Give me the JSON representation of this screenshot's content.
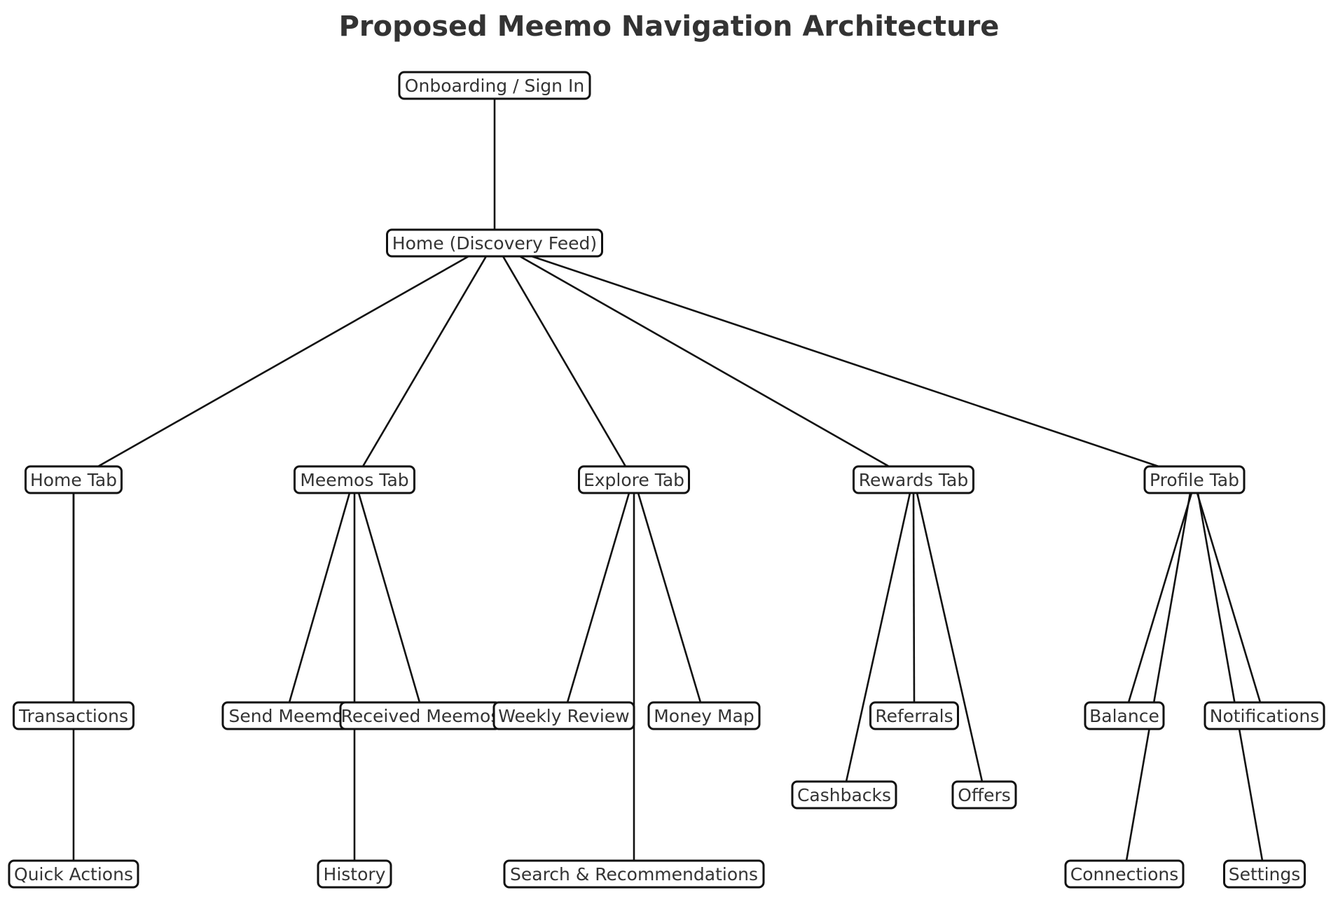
{
  "title": "Proposed Meemo Navigation Architecture",
  "colors": {
    "box_border": "#111111",
    "box_fill": "#ffffff",
    "text": "#333333",
    "edge": "#111111"
  },
  "nodes": [
    {
      "id": "onboarding",
      "label": "Onboarding / Sign In"
    },
    {
      "id": "home-feed",
      "label": "Home (Discovery Feed)"
    },
    {
      "id": "home-tab",
      "label": "Home Tab"
    },
    {
      "id": "meemos-tab",
      "label": "Meemos Tab"
    },
    {
      "id": "explore-tab",
      "label": "Explore Tab"
    },
    {
      "id": "rewards-tab",
      "label": "Rewards Tab"
    },
    {
      "id": "profile-tab",
      "label": "Profile Tab"
    },
    {
      "id": "transactions",
      "label": "Transactions"
    },
    {
      "id": "quick-actions",
      "label": "Quick Actions"
    },
    {
      "id": "send-meemo",
      "label": "Send Meemo"
    },
    {
      "id": "received-meemos",
      "label": "Received Meemos"
    },
    {
      "id": "history",
      "label": "History"
    },
    {
      "id": "weekly-review",
      "label": "Weekly Review"
    },
    {
      "id": "money-map",
      "label": "Money Map"
    },
    {
      "id": "search-recs",
      "label": "Search & Recommendations"
    },
    {
      "id": "cashbacks",
      "label": "Cashbacks"
    },
    {
      "id": "referrals",
      "label": "Referrals"
    },
    {
      "id": "offers",
      "label": "Offers"
    },
    {
      "id": "balance",
      "label": "Balance"
    },
    {
      "id": "notifications",
      "label": "Notifications"
    },
    {
      "id": "connections",
      "label": "Connections"
    },
    {
      "id": "settings",
      "label": "Settings"
    }
  ],
  "edges": [
    [
      "onboarding",
      "home-feed"
    ],
    [
      "home-feed",
      "home-tab"
    ],
    [
      "home-feed",
      "meemos-tab"
    ],
    [
      "home-feed",
      "explore-tab"
    ],
    [
      "home-feed",
      "rewards-tab"
    ],
    [
      "home-feed",
      "profile-tab"
    ],
    [
      "home-tab",
      "transactions"
    ],
    [
      "home-tab",
      "quick-actions"
    ],
    [
      "meemos-tab",
      "send-meemo"
    ],
    [
      "meemos-tab",
      "received-meemos"
    ],
    [
      "meemos-tab",
      "history"
    ],
    [
      "explore-tab",
      "weekly-review"
    ],
    [
      "explore-tab",
      "money-map"
    ],
    [
      "explore-tab",
      "search-recs"
    ],
    [
      "rewards-tab",
      "cashbacks"
    ],
    [
      "rewards-tab",
      "referrals"
    ],
    [
      "rewards-tab",
      "offers"
    ],
    [
      "profile-tab",
      "balance"
    ],
    [
      "profile-tab",
      "notifications"
    ],
    [
      "profile-tab",
      "connections"
    ],
    [
      "profile-tab",
      "settings"
    ]
  ]
}
